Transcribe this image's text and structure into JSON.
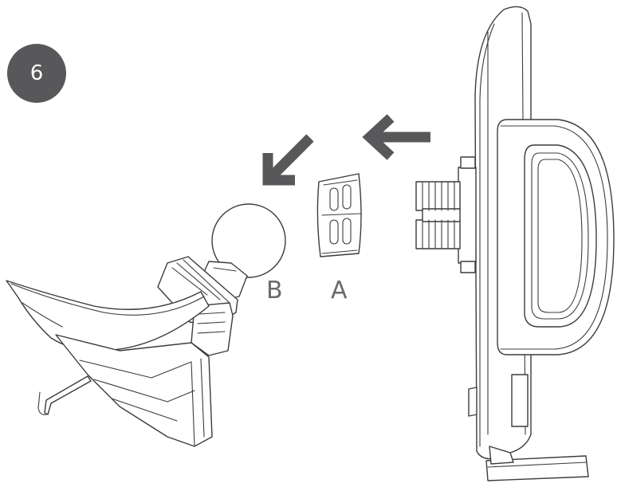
{
  "step": {
    "number": "6",
    "color": "#58585a"
  },
  "labels": {
    "part_b": "B",
    "part_a": "A"
  },
  "icons": {
    "arrow_left": "arrow-left-icon",
    "arrow_down_left": "arrow-down-left-icon"
  },
  "colors": {
    "line": "#3c3c3c",
    "arrow": "#58585a",
    "label": "#6a6a6c",
    "background": "#ffffff"
  }
}
